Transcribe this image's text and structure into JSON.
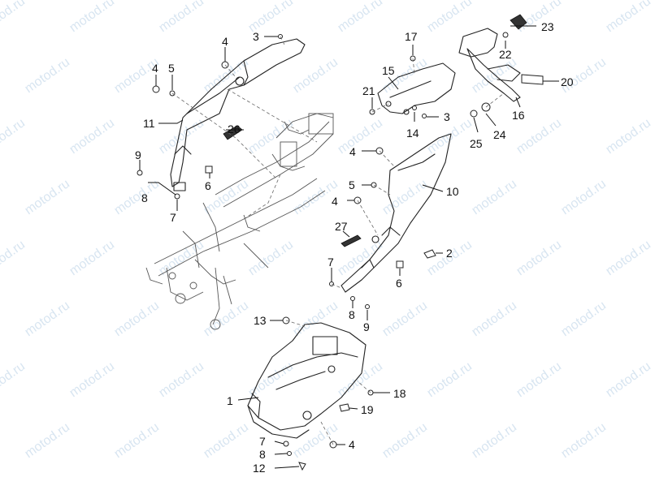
{
  "watermark": "motod.ru",
  "callouts": [
    {
      "id": "c23",
      "label": "23"
    },
    {
      "id": "c3a",
      "label": "3"
    },
    {
      "id": "c17",
      "label": "17"
    },
    {
      "id": "c4a",
      "label": "4"
    },
    {
      "id": "c4b",
      "label": "4"
    },
    {
      "id": "c5a",
      "label": "5"
    },
    {
      "id": "c22",
      "label": "22"
    },
    {
      "id": "c15",
      "label": "15"
    },
    {
      "id": "c20",
      "label": "20"
    },
    {
      "id": "c21",
      "label": "21"
    },
    {
      "id": "c16",
      "label": "16"
    },
    {
      "id": "c11",
      "label": "11"
    },
    {
      "id": "c26",
      "label": "26"
    },
    {
      "id": "c3b",
      "label": "3"
    },
    {
      "id": "c14",
      "label": "14"
    },
    {
      "id": "c24",
      "label": "24"
    },
    {
      "id": "c25",
      "label": "25"
    },
    {
      "id": "c9a",
      "label": "9"
    },
    {
      "id": "c4c",
      "label": "4"
    },
    {
      "id": "c8a",
      "label": "8"
    },
    {
      "id": "c6a",
      "label": "6"
    },
    {
      "id": "c5b",
      "label": "5"
    },
    {
      "id": "c10",
      "label": "10"
    },
    {
      "id": "c7a",
      "label": "7"
    },
    {
      "id": "c4d",
      "label": "4"
    },
    {
      "id": "c27",
      "label": "27"
    },
    {
      "id": "c2",
      "label": "2"
    },
    {
      "id": "c7b",
      "label": "7"
    },
    {
      "id": "c6b",
      "label": "6"
    },
    {
      "id": "c8b",
      "label": "8"
    },
    {
      "id": "c13",
      "label": "13"
    },
    {
      "id": "c9b",
      "label": "9"
    },
    {
      "id": "c18",
      "label": "18"
    },
    {
      "id": "c1",
      "label": "1"
    },
    {
      "id": "c19",
      "label": "19"
    },
    {
      "id": "c7c",
      "label": "7"
    },
    {
      "id": "c4e",
      "label": "4"
    },
    {
      "id": "c8c",
      "label": "8"
    },
    {
      "id": "c12",
      "label": "12"
    }
  ]
}
